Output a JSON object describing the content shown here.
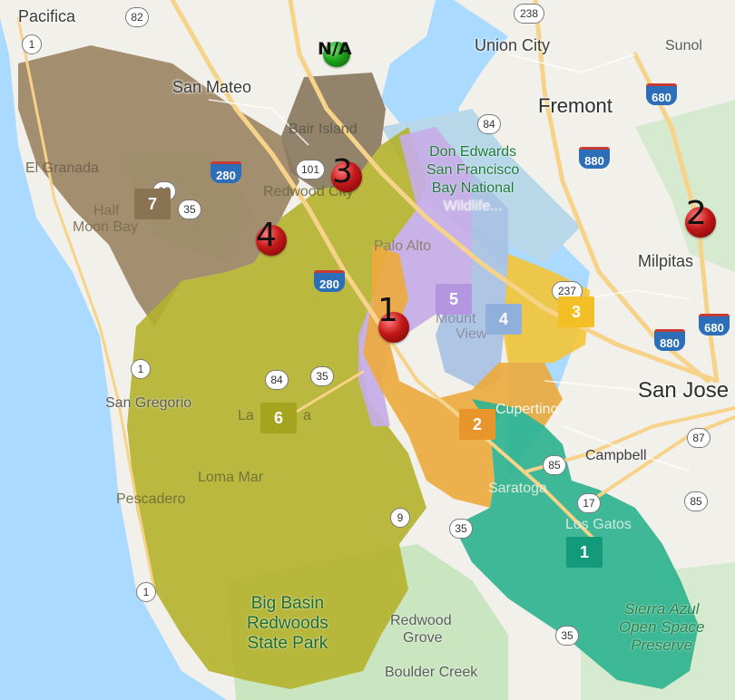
{
  "map": {
    "colors": {
      "water": "#aadaff",
      "land": "#f1f0eb",
      "park": "#c9e6c0",
      "road": "#f7d38a",
      "zone1": "#2fb38f",
      "zone2": "#ecaa3e",
      "zone3": "#f3c63a",
      "zone4": "#a9c1e3",
      "zone5": "#c5ade6",
      "zone6": "#b4b12c",
      "zone7": "#9c8564",
      "marker_red": "#c31818",
      "marker_green": "#1ea21a"
    },
    "places": {
      "pacifica": "Pacifica",
      "union_city": "Union City",
      "sunol": "Sunol",
      "san_mateo": "San Mateo",
      "fremont": "Fremont",
      "bair_island": "Bair Island",
      "el_granada": "El Granada",
      "half_moon_bay_1": "Half",
      "half_moon_bay_2": "Moon Bay",
      "redwood_city": "Redwood City",
      "palo_alto": "Palo Alto",
      "milpitas": "Milpitas",
      "mountain_view_1": "Mount",
      "mountain_view_2": "View",
      "san_jose": "San Jose",
      "san_gregorio": "San Gregorio",
      "la_honda_1": "La",
      "la_honda_2": "a",
      "cupertino": "Cupertino",
      "campbell": "Campbell",
      "loma_mar": "Loma Mar",
      "pescadero": "Pescadero",
      "saratoga": "Saratoga",
      "los_gatos": "Los Gatos",
      "redwood_grove_1": "Redwood",
      "redwood_grove_2": "Grove",
      "boulder_creek": "Boulder Creek"
    },
    "parks": {
      "don_edwards": [
        "Don Edwards",
        "San Francisco",
        "Bay National",
        "Wildlife..."
      ],
      "big_basin": [
        "Big Basin",
        "Redwoods",
        "State Park"
      ],
      "sierra_azul": [
        "Sierra Azul",
        "Open Space",
        "Preserve"
      ]
    },
    "highways": {
      "h82": "82",
      "h238": "238",
      "h1a": "1",
      "h84a": "84",
      "h101": "101",
      "h92": "92",
      "h35a": "35",
      "h237": "237",
      "h84b": "84",
      "h35b": "35",
      "h1b": "1",
      "h85a": "85",
      "h87": "87",
      "h17": "17",
      "h85b": "85",
      "h9": "9",
      "h35c": "35",
      "h35d": "35",
      "h1c": "1"
    },
    "interstates": {
      "i280a": "280",
      "i680a": "680",
      "i880a": "880",
      "i280b": "280",
      "i880b": "880",
      "i680b": "680"
    },
    "zones": [
      "1",
      "2",
      "3",
      "4",
      "5",
      "6",
      "7"
    ],
    "markers": {
      "m1": "1",
      "m2": "2",
      "m3": "3",
      "m4": "4",
      "na": "N/A"
    }
  }
}
